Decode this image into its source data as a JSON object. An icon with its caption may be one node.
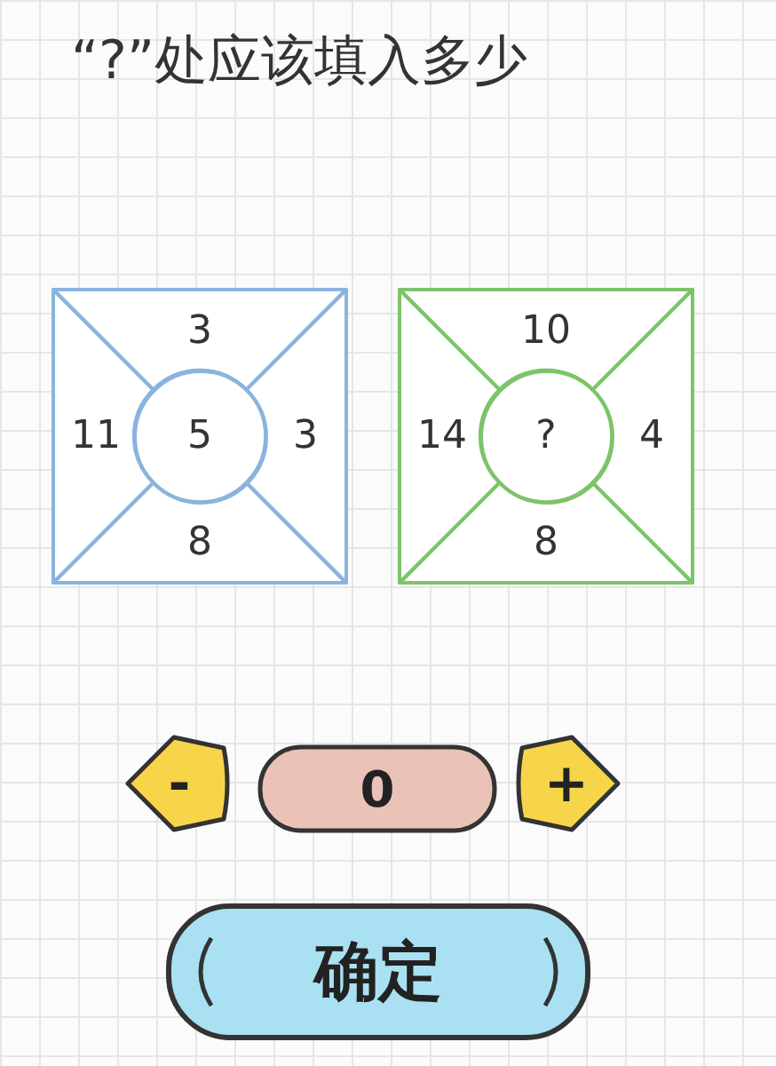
{
  "diagram": {
    "title": "“?”处应该填入多少",
    "nodes": [
      {
        "text": [],
        "shape": "box"
      },
      {
        "text": [
          "3"
        ],
        "in": 0
      },
      {
        "text": [
          "11"
        ],
        "in": 0
      },
      {
        "text": [
          "5"
        ],
        "in": 0
      },
      {
        "text": [
          "3"
        ],
        "in": 0
      },
      {
        "text": [
          "8"
        ],
        "in": 0
      },
      {
        "text": [],
        "shape": "box"
      },
      {
        "text": [
          "10"
        ],
        "in": 6
      },
      {
        "text": [
          "14"
        ],
        "in": 6
      },
      {
        "text": [
          "?"
        ],
        "in": 6
      },
      {
        "text": [
          "4"
        ],
        "in": 6
      },
      {
        "text": [
          "8"
        ],
        "in": 6
      },
      {
        "text": [
          "-"
        ]
      },
      {
        "text": [
          "0"
        ]
      },
      {
        "text": [
          "+"
        ]
      },
      {
        "text": [
          "确定"
        ]
      }
    ],
    "edges": []
  }
}
